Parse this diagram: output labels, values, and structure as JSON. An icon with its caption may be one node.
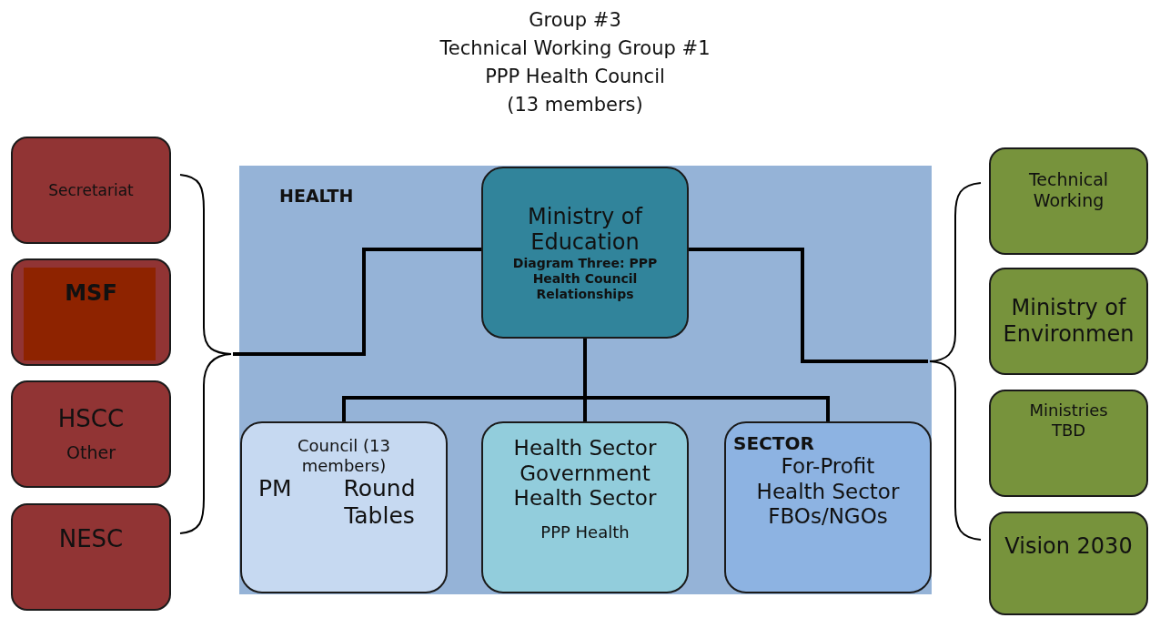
{
  "diagram": {
    "nodes": [
      {
        "text": [
          "Secretariat"
        ]
      },
      {
        "text": [
          "MSF"
        ]
      },
      {
        "text": [
          "HSCC",
          "Other"
        ]
      },
      {
        "text": [
          "NESC"
        ]
      },
      {
        "text": [],
        "shape": "brace"
      },
      {
        "text": [
          "HEALTH"
        ]
      },
      {
        "text": [
          "Ministry of Education",
          "Diagram Three: PPP Health Council Relationships"
        ],
        "in": 5
      },
      {
        "text": [
          "Council (13 members)",
          "PM",
          "Round Tables"
        ],
        "in": 5
      },
      {
        "text": [
          "Health Sector Government Health Sector",
          "PPP Health"
        ],
        "in": 5
      },
      {
        "text": [
          "SECTOR",
          "For-Profit Health Sector FBOs/NGOs"
        ],
        "in": 5
      },
      {
        "text": [],
        "shape": "brace"
      },
      {
        "text": [
          "Technical Working"
        ]
      },
      {
        "text": [
          "Ministry of Environmen"
        ]
      },
      {
        "text": [
          "Ministries TBD"
        ]
      },
      {
        "text": [
          "Vision 2030"
        ]
      }
    ],
    "edges": [
      {
        "from": 6,
        "to": 7,
        "arrow": "none"
      },
      {
        "from": 6,
        "to": 8,
        "arrow": "none"
      },
      {
        "from": 6,
        "to": 9,
        "arrow": "none"
      },
      {
        "from": 6,
        "to": 4,
        "arrow": "none"
      },
      {
        "from": 6,
        "to": 10,
        "arrow": "none"
      }
    ],
    "labels": [
      "Group #3",
      "Technical Working Group #1",
      "PPP Health Council",
      "(13 members)"
    ]
  }
}
